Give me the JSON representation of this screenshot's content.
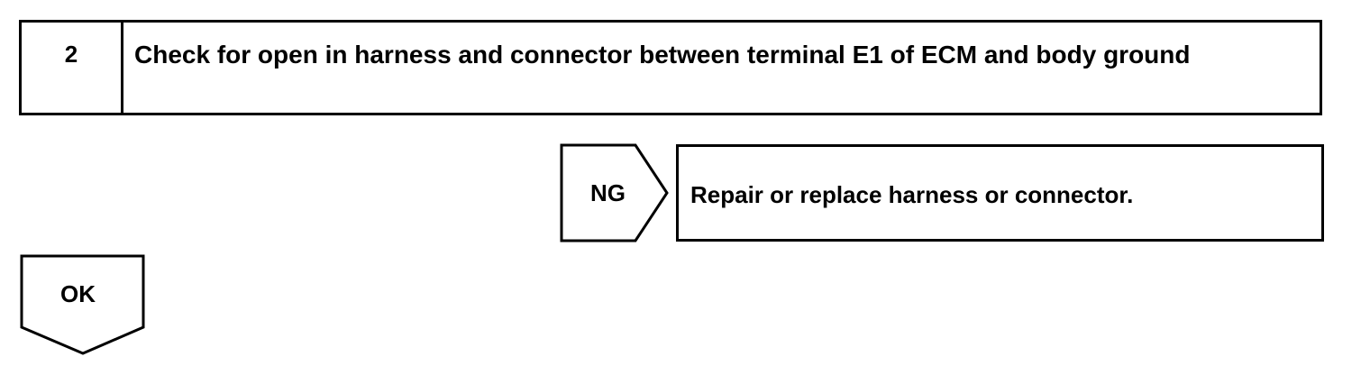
{
  "step": {
    "number": "2",
    "text": "Check for open in harness and connector between terminal E1 of ECM and body ground"
  },
  "ng_branch": {
    "label": "NG",
    "action": "Repair or replace harness or connector."
  },
  "ok_branch": {
    "label": "OK"
  }
}
